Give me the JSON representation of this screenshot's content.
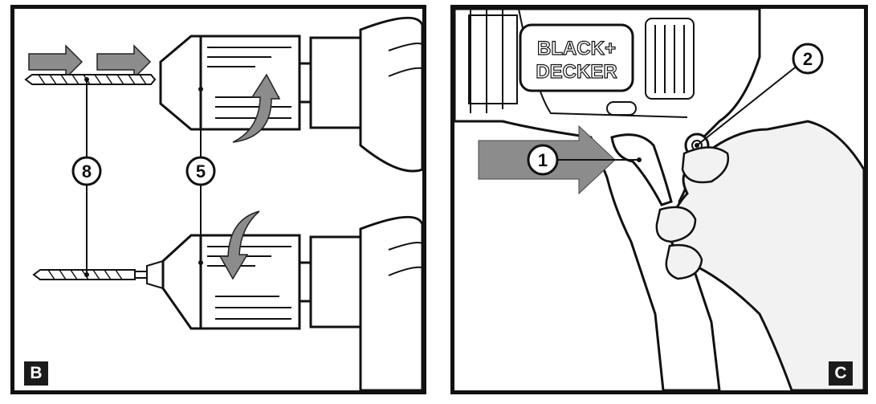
{
  "panels": {
    "b": {
      "tag": "B",
      "callouts": {
        "drill_bit": "8",
        "chuck": "5"
      }
    },
    "c": {
      "tag": "C",
      "callouts": {
        "trigger": "1",
        "lock_button": "2"
      },
      "brand_logo": {
        "line1": "BLACK+",
        "line2": "DECKER"
      }
    }
  },
  "colors": {
    "line": "#111111",
    "arrow_fill": "#8c8c8c",
    "hand_shade": "#f2f2f2"
  }
}
